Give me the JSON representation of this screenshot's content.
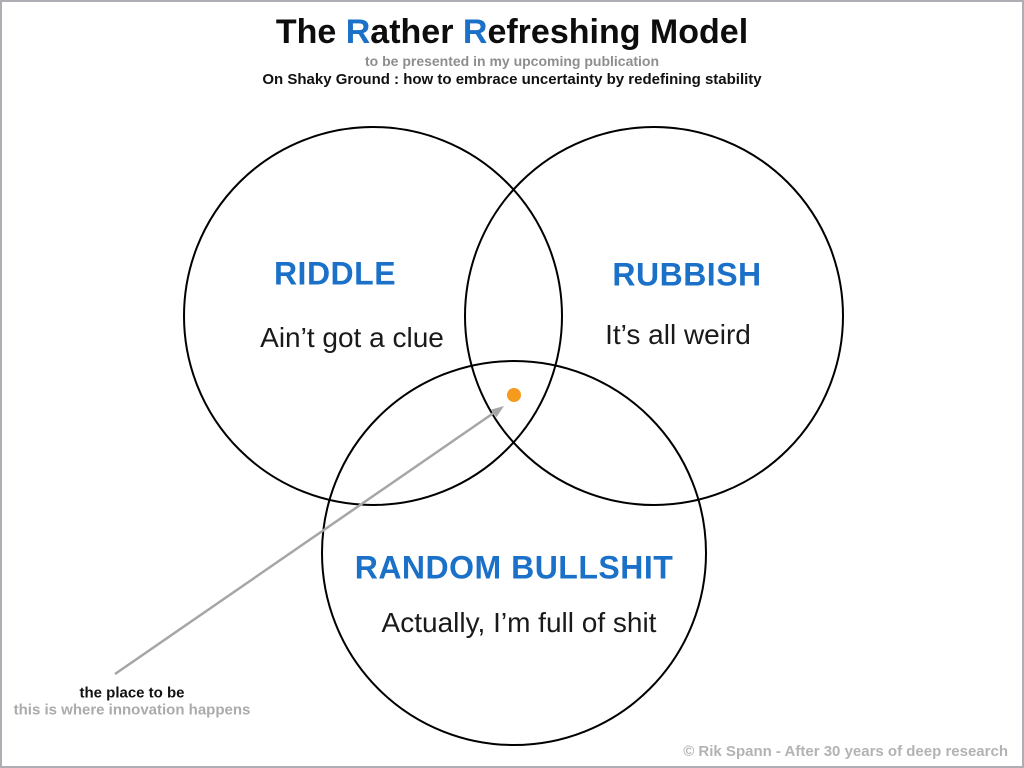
{
  "colors": {
    "accent_blue": "#1b70c7",
    "dot_orange": "#f69a1e",
    "arrow_gray": "#a6a6a6",
    "subtitle_gray": "#8e8e8e",
    "credit_gray": "#b3b3b3",
    "circle_stroke": "#000000"
  },
  "header": {
    "title_segments": [
      {
        "text": "The ",
        "accent": false
      },
      {
        "text": "R",
        "accent": true
      },
      {
        "text": "ather ",
        "accent": false
      },
      {
        "text": "R",
        "accent": true
      },
      {
        "text": "efreshing Model",
        "accent": false
      }
    ],
    "subtitle": "to be presented in my upcoming publication",
    "publication_title": "On Shaky Ground : how to embrace uncertainty by redefining stability"
  },
  "venn": {
    "circles": [
      {
        "id": "riddle",
        "label": "RIDDLE",
        "caption": "Ain’t got a clue"
      },
      {
        "id": "rubbish",
        "label": "RUBBISH",
        "caption": "It’s all weird"
      },
      {
        "id": "random-bullshit",
        "label": "RANDOM BULLSHIT",
        "caption": "Actually, I’m full of shit"
      }
    ],
    "sweet_spot_marker": "orange-dot"
  },
  "annotation": {
    "line1": "the place to be",
    "line2": "this is where innovation happens"
  },
  "footer": {
    "credit": "© Rik Spann - After 30 years of deep research"
  }
}
